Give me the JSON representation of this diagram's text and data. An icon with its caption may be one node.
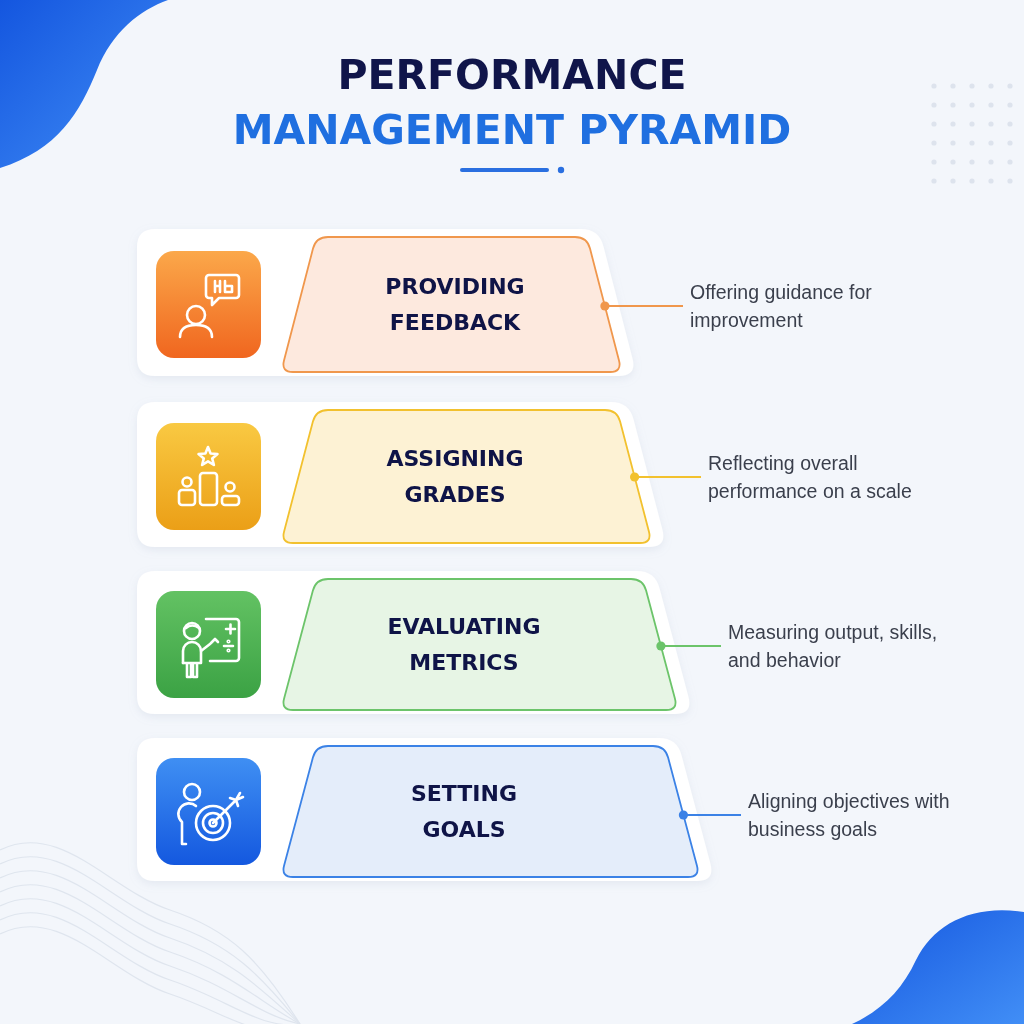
{
  "diagram": {
    "title": "PERFORMANCE MANAGEMENT PYRAMID",
    "nodes": [
      {
        "text": [
          "PROVIDING FEEDBACK"
        ]
      },
      {
        "text": [
          "Offering guidance for improvement"
        ]
      },
      {
        "text": [
          "ASSIGNING GRADES"
        ]
      },
      {
        "text": [
          "Reflecting overall performance on a scale"
        ]
      },
      {
        "text": [
          "EVALUATING METRICS"
        ]
      },
      {
        "text": [
          "Measuring output, skills, and behavior"
        ]
      },
      {
        "text": [
          "SETTING GOALS"
        ]
      },
      {
        "text": [
          "Aligning objectives with business goals"
        ]
      }
    ],
    "edges": [
      {
        "from": 0,
        "to": 1,
        "arrow": "other",
        "color": "#f0974c"
      },
      {
        "from": 2,
        "to": 3,
        "arrow": "other",
        "color": "#f2c12e"
      },
      {
        "from": 4,
        "to": 5,
        "arrow": "other",
        "color": "#6cc46a"
      },
      {
        "from": 6,
        "to": 7,
        "arrow": "other",
        "color": "#3b82e6"
      }
    ]
  }
}
